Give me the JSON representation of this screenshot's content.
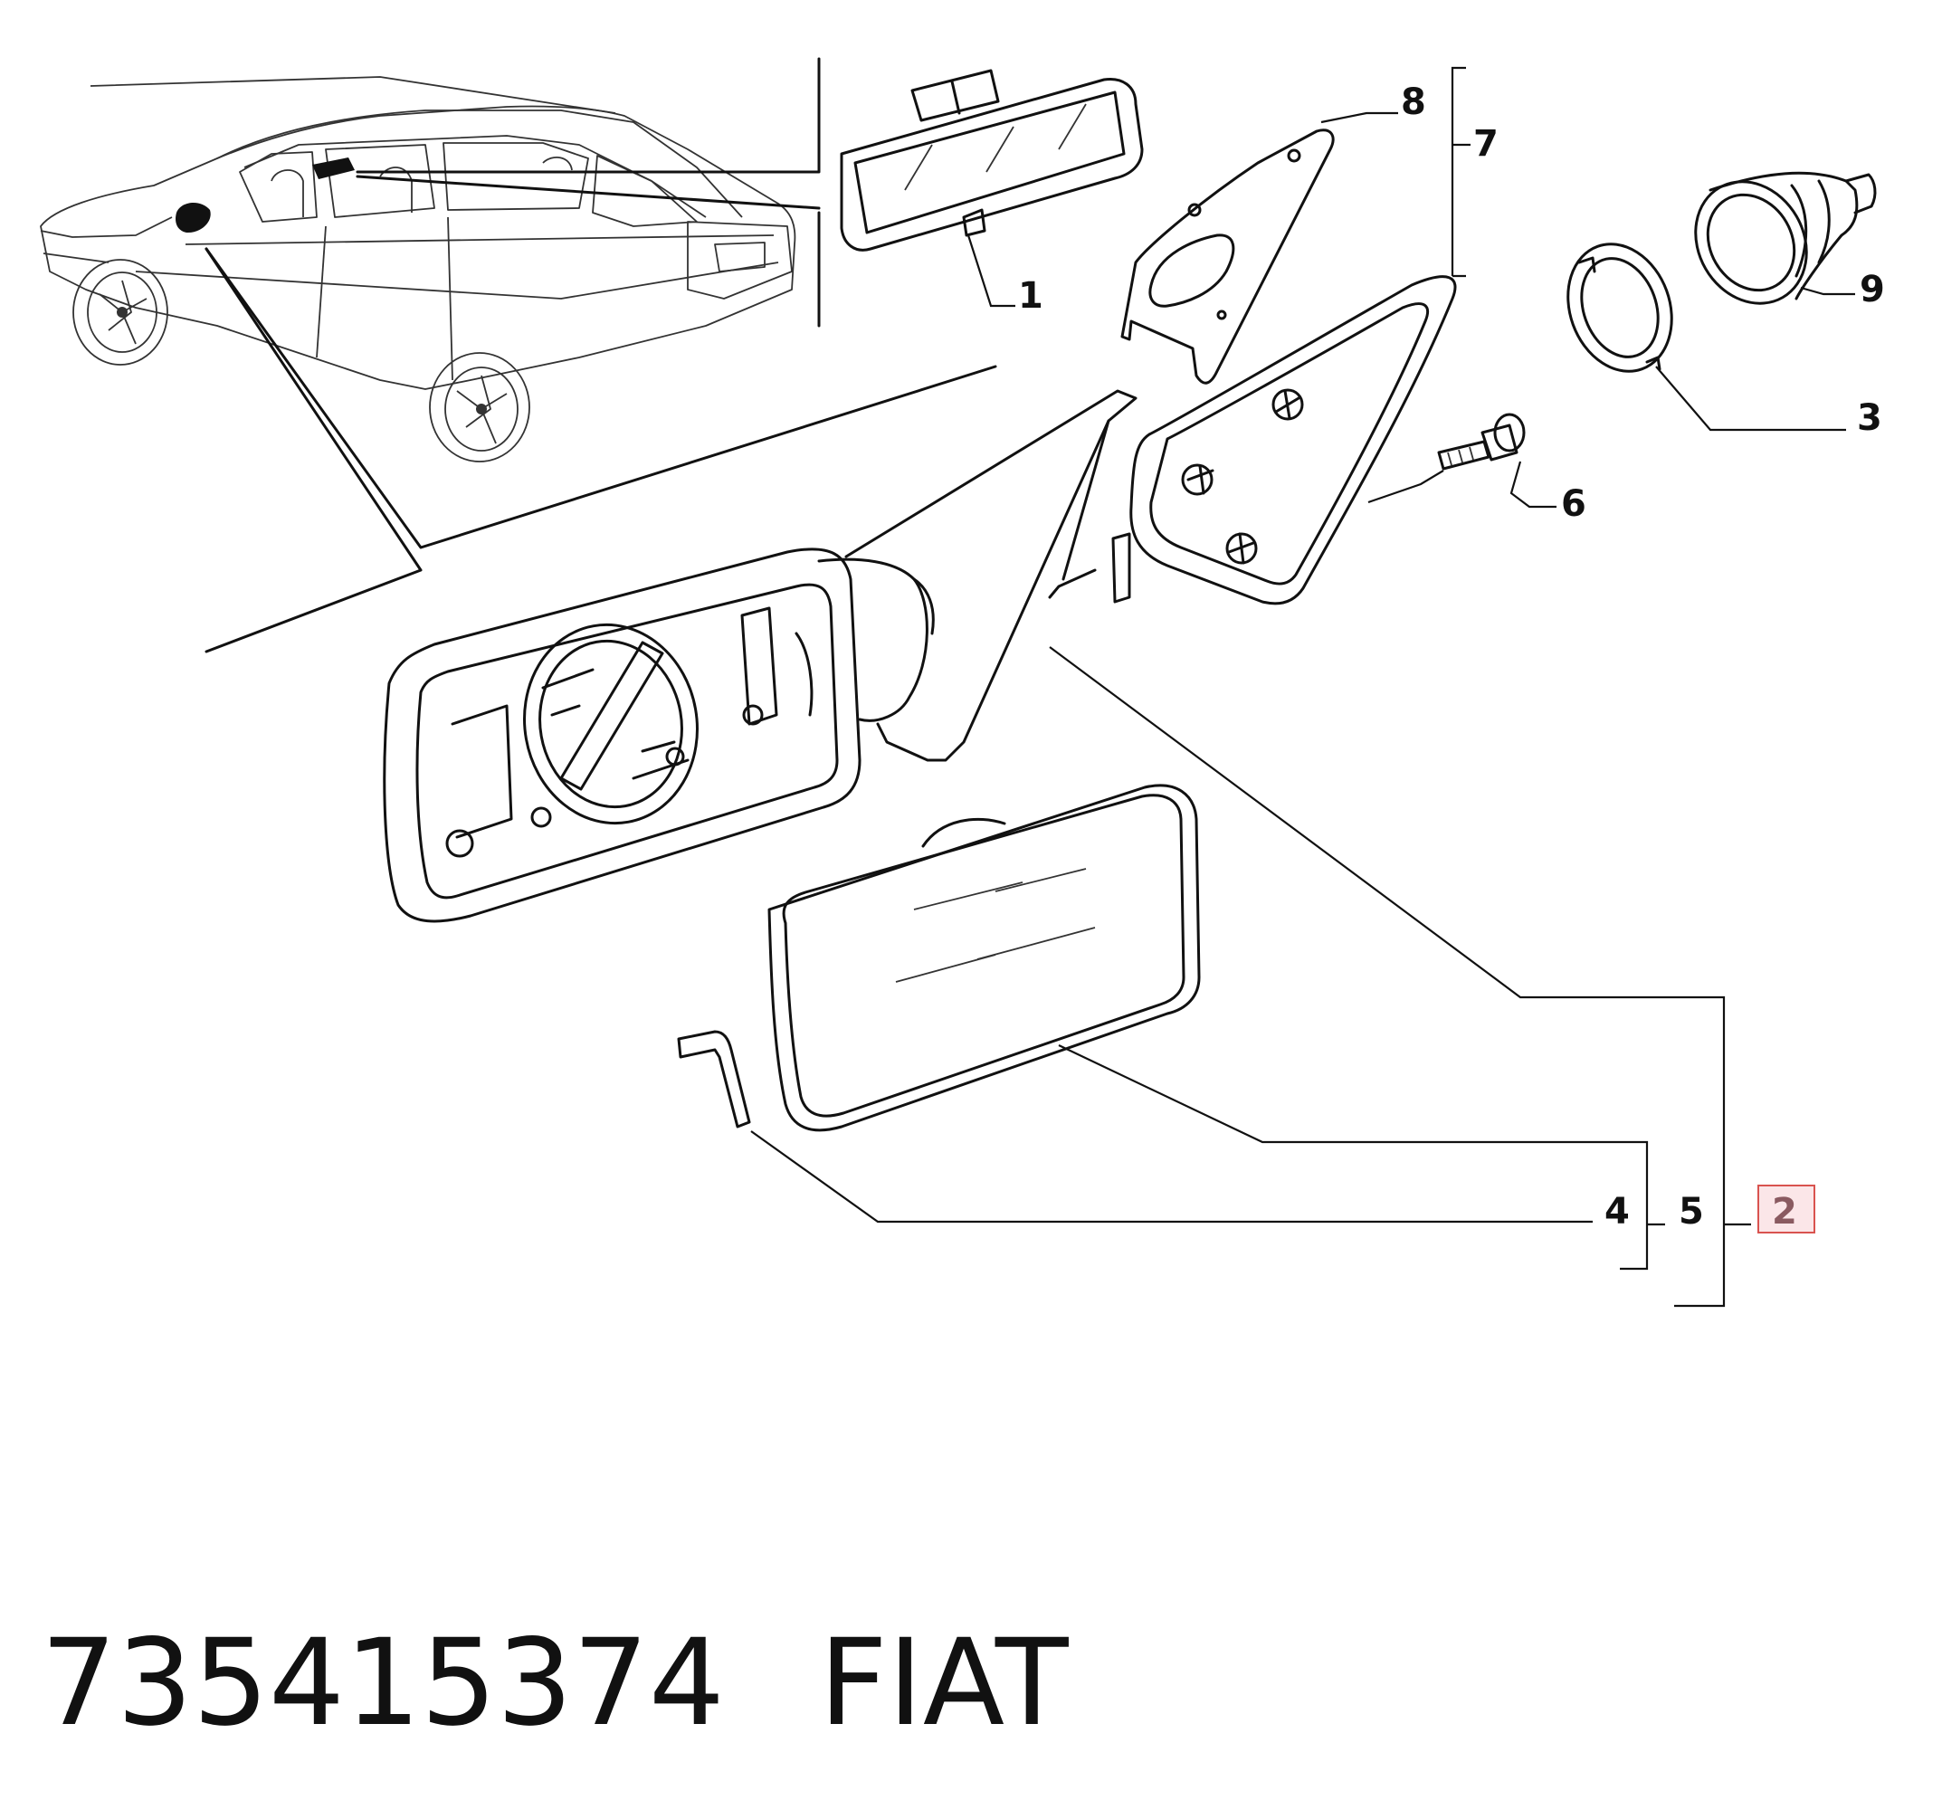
{
  "callouts": {
    "c1": "1",
    "c2": "2",
    "c3": "3",
    "c4": "4",
    "c5": "5",
    "c6": "6",
    "c7": "7",
    "c8": "8",
    "c9": "9"
  },
  "highlighted_callout": "2",
  "highlight_color": "#d9534f",
  "part_number": "735415374",
  "brand": "FIAT"
}
